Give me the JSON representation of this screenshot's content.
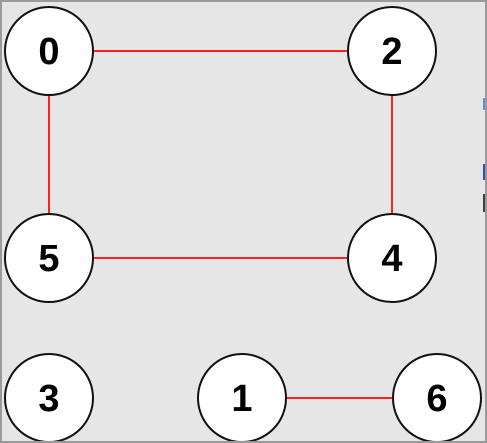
{
  "graph": {
    "nodes": [
      {
        "id": "0",
        "label": "0"
      },
      {
        "id": "2",
        "label": "2"
      },
      {
        "id": "5",
        "label": "5"
      },
      {
        "id": "4",
        "label": "4"
      },
      {
        "id": "3",
        "label": "3"
      },
      {
        "id": "1",
        "label": "1"
      },
      {
        "id": "6",
        "label": "6"
      }
    ],
    "edges": [
      {
        "from": "0",
        "to": "2"
      },
      {
        "from": "0",
        "to": "5"
      },
      {
        "from": "2",
        "to": "4"
      },
      {
        "from": "5",
        "to": "4"
      },
      {
        "from": "1",
        "to": "6"
      }
    ],
    "colors": {
      "edge": "#ff2020",
      "node_fill": "#ffffff",
      "node_stroke": "#111111",
      "canvas": "#e6e6e6"
    }
  }
}
